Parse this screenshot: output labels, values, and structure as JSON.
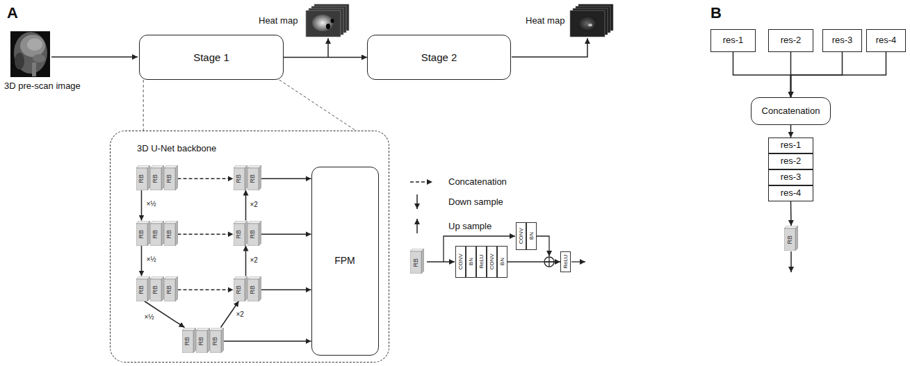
{
  "diagram": {
    "nodes": [
      {
        "text": [
          "Stage 1"
        ]
      },
      {
        "text": [
          "Stage 2"
        ]
      },
      {
        "text": [
          "3D U-Net backbone"
        ]
      },
      {
        "text": [
          "RB"
        ],
        "in": 2
      },
      {
        "text": [
          "RB"
        ],
        "in": 2
      },
      {
        "text": [
          "RB"
        ],
        "in": 2
      },
      {
        "text": [
          "RB"
        ],
        "in": 2
      },
      {
        "text": [
          "RB"
        ],
        "in": 2
      },
      {
        "text": [
          "RB"
        ],
        "in": 2
      },
      {
        "text": [
          "RB"
        ],
        "in": 2
      },
      {
        "text": [
          "RB"
        ],
        "in": 2
      },
      {
        "text": [
          "RB"
        ],
        "in": 2
      },
      {
        "text": [
          "RB"
        ],
        "in": 2
      },
      {
        "text": [
          "RB"
        ],
        "in": 2
      },
      {
        "text": [
          "RB"
        ],
        "in": 2
      },
      {
        "text": [
          "RB"
        ],
        "in": 2
      },
      {
        "text": [
          "RB"
        ],
        "in": 2
      },
      {
        "text": [
          "RB"
        ],
        "in": 2
      },
      {
        "text": [
          "RB"
        ],
        "in": 2
      },
      {
        "text": [
          "RB"
        ],
        "in": 2
      },
      {
        "text": [
          "RB"
        ],
        "in": 2
      },
      {
        "text": [
          "FPM"
        ],
        "in": 2
      },
      {
        "text": [
          "RB"
        ]
      },
      {
        "text": [
          "CONV"
        ]
      },
      {
        "text": [
          "BN"
        ]
      },
      {
        "text": [
          "ReLU"
        ]
      },
      {
        "text": [
          "CONV"
        ]
      },
      {
        "text": [
          "BN"
        ]
      },
      {
        "text": [
          "CONV"
        ]
      },
      {
        "text": [
          "BN"
        ]
      },
      {
        "text": [
          "ReLU"
        ]
      },
      {
        "text": [
          "res-1"
        ]
      },
      {
        "text": [
          "res-2"
        ]
      },
      {
        "text": [
          "res-3"
        ]
      },
      {
        "text": [
          "res-4"
        ]
      },
      {
        "text": [
          "Concatenation"
        ]
      },
      {
        "text": [
          "res-1"
        ]
      },
      {
        "text": [
          "res-2"
        ]
      },
      {
        "text": [
          "res-3"
        ]
      },
      {
        "text": [
          "res-4"
        ]
      },
      {
        "text": [
          "RB"
        ]
      }
    ],
    "edges": [
      {
        "from": 0,
        "to": 1,
        "arrow": "to"
      },
      {
        "from": 0,
        "to": 2,
        "arrow": "none"
      },
      {
        "from": 0,
        "to": 2,
        "arrow": "none"
      },
      {
        "from": 3,
        "to": 8,
        "arrow": "to",
        "label": "×½"
      },
      {
        "from": 8,
        "to": 13,
        "arrow": "to",
        "label": "×½"
      },
      {
        "from": 13,
        "to": 18,
        "arrow": "to",
        "label": "×½"
      },
      {
        "from": 20,
        "to": 16,
        "arrow": "to",
        "label": "×2"
      },
      {
        "from": 16,
        "to": 11,
        "arrow": "to",
        "label": "×2"
      },
      {
        "from": 11,
        "to": 6,
        "arrow": "to",
        "label": "×2"
      },
      {
        "from": 5,
        "to": 6,
        "arrow": "to"
      },
      {
        "from": 10,
        "to": 11,
        "arrow": "to"
      },
      {
        "from": 15,
        "to": 16,
        "arrow": "to"
      },
      {
        "from": 7,
        "to": 21,
        "arrow": "to"
      },
      {
        "from": 12,
        "to": 21,
        "arrow": "to"
      },
      {
        "from": 17,
        "to": 21,
        "arrow": "to"
      },
      {
        "from": 20,
        "to": 21,
        "arrow": "to"
      },
      {
        "from": 27,
        "to": 30,
        "arrow": "to"
      },
      {
        "from": 31,
        "to": 35,
        "arrow": "to"
      },
      {
        "from": 32,
        "to": 35,
        "arrow": "to"
      },
      {
        "from": 33,
        "to": 35,
        "arrow": "to"
      },
      {
        "from": 34,
        "to": 35,
        "arrow": "to"
      },
      {
        "from": 35,
        "to": 36,
        "arrow": "to"
      },
      {
        "from": 39,
        "to": 40,
        "arrow": "to"
      }
    ],
    "labels": [
      "A",
      "Heat map",
      "Heat map",
      "B",
      "3D pre-scan image"
    ],
    "legend": [
      {
        "text": "Concatenation"
      },
      {
        "text": "Down sample"
      },
      {
        "text": "Up sample"
      }
    ]
  }
}
